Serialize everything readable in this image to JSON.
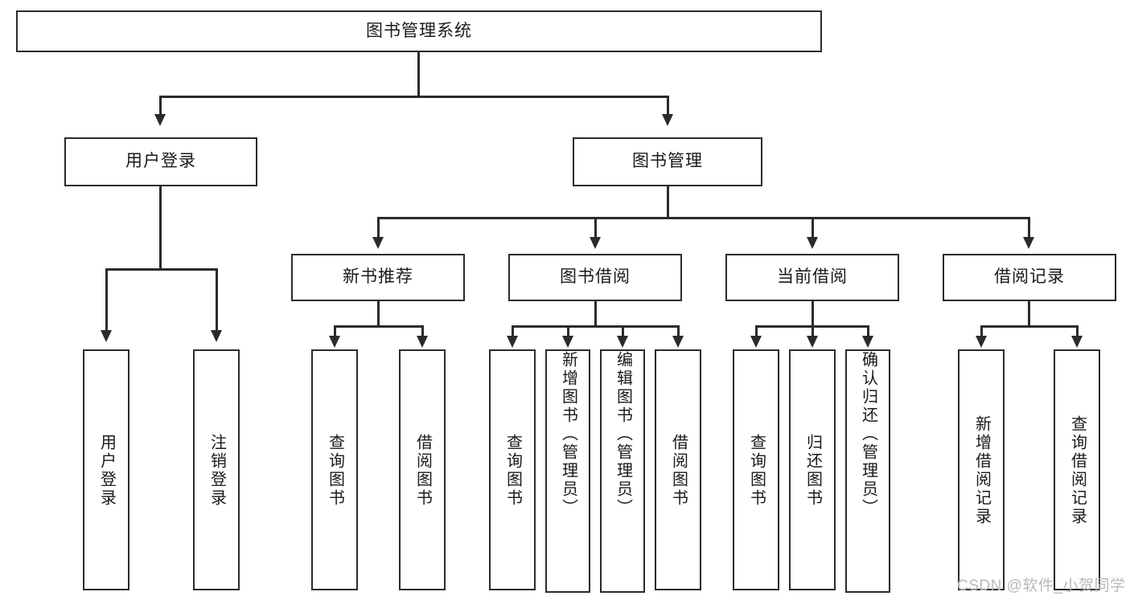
{
  "diagram": {
    "type": "tree-hierarchy",
    "title": "图书管理系统",
    "root": {
      "id": "root",
      "label": "图书管理系统"
    },
    "level2": [
      {
        "id": "user-login",
        "label": "用户登录"
      },
      {
        "id": "book-manage",
        "label": "图书管理"
      }
    ],
    "level3": [
      {
        "id": "new-book-recommend",
        "label": "新书推荐",
        "parent": "book-manage"
      },
      {
        "id": "book-borrow",
        "label": "图书借阅",
        "parent": "book-manage"
      },
      {
        "id": "current-borrow",
        "label": "当前借阅",
        "parent": "book-manage"
      },
      {
        "id": "borrow-record",
        "label": "借阅记录",
        "parent": "book-manage"
      }
    ],
    "leaves": [
      {
        "id": "leaf-user-login",
        "label": "用户登录",
        "parent": "user-login"
      },
      {
        "id": "leaf-user-logout",
        "label": "注销登录",
        "parent": "user-login"
      },
      {
        "id": "leaf-query-book-1",
        "label": "查询图书",
        "parent": "new-book-recommend"
      },
      {
        "id": "leaf-borrow-book-1",
        "label": "借阅图书",
        "parent": "new-book-recommend"
      },
      {
        "id": "leaf-query-book-2",
        "label": "查询图书",
        "parent": "book-borrow"
      },
      {
        "id": "leaf-add-book",
        "label": "新增图书（管理员）",
        "parent": "book-borrow"
      },
      {
        "id": "leaf-edit-book",
        "label": "编辑图书（管理员）",
        "parent": "book-borrow"
      },
      {
        "id": "leaf-borrow-book-2",
        "label": "借阅图书",
        "parent": "book-borrow"
      },
      {
        "id": "leaf-query-book-3",
        "label": "查询图书",
        "parent": "current-borrow"
      },
      {
        "id": "leaf-return-book",
        "label": "归还图书",
        "parent": "current-borrow"
      },
      {
        "id": "leaf-confirm-return",
        "label": "确认归还（管理员）",
        "parent": "current-borrow"
      },
      {
        "id": "leaf-add-record",
        "label": "新增借阅记录",
        "parent": "borrow-record"
      },
      {
        "id": "leaf-query-record",
        "label": "查询借阅记录",
        "parent": "borrow-record"
      }
    ]
  },
  "watermark": {
    "text": "CSDN @软件_小贺同学"
  },
  "colors": {
    "background": "#ffffff",
    "box_fill": "#ffffff",
    "box_border": "#2b2b2b",
    "line": "#2b2b2b",
    "watermark": "#b9b9b9"
  }
}
